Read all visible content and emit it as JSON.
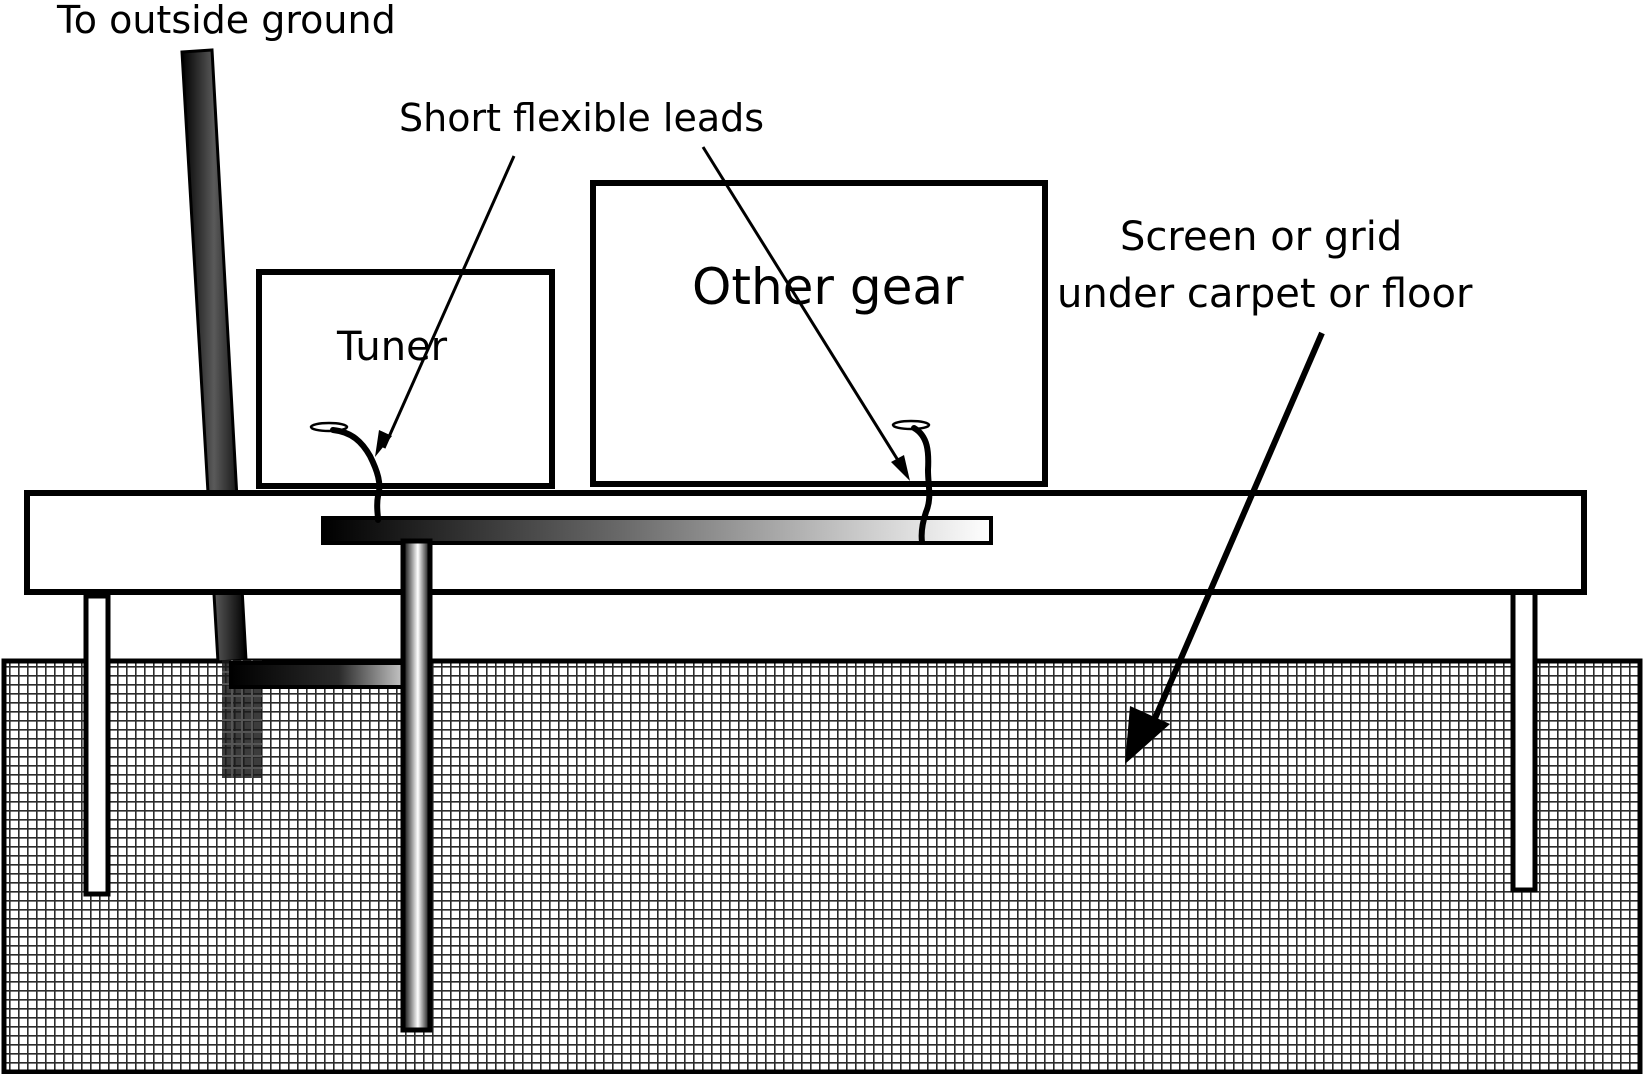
{
  "labels": {
    "outside_ground": "To outside ground",
    "short_leads": "Short flexible leads",
    "other_gear": "Other gear",
    "tuner": "Tuner",
    "screen_line1": "Screen or grid",
    "screen_line2": "under carpet or floor"
  },
  "colors": {
    "stroke": "#000000",
    "background": "#ffffff",
    "grid_fill": "#d9d9d9"
  }
}
